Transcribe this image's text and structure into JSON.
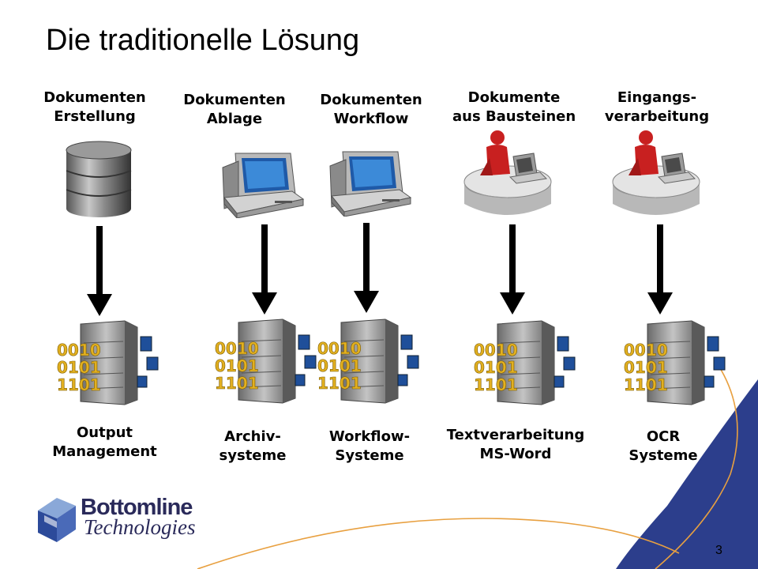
{
  "title": "Die traditionelle Lösung",
  "columns": [
    {
      "top_line1": "Dokumenten",
      "top_line2": "Erstellung",
      "top_icon": "database-icon",
      "bottom_line1": "Output",
      "bottom_line2": "Management"
    },
    {
      "top_line1": "Dokumenten",
      "top_line2": "Ablage",
      "top_icon": "computer-icon",
      "bottom_line1": "Archiv-",
      "bottom_line2": "systeme"
    },
    {
      "top_line1": "Dokumenten",
      "top_line2": "Workflow",
      "top_icon": "computer-icon",
      "bottom_line1": "Workflow-",
      "bottom_line2": "Systeme"
    },
    {
      "top_line1": "Dokumente",
      "top_line2": "aus Bausteinen",
      "top_icon": "workstation-user-icon",
      "bottom_line1": "Textverarbeitung",
      "bottom_line2": "MS-Word"
    },
    {
      "top_line1": "Eingangs-",
      "top_line2": "verarbeitung",
      "top_icon": "workstation-user-icon",
      "bottom_line1": "OCR",
      "bottom_line2": "Systeme"
    }
  ],
  "server_icon_text": [
    "0010",
    "0101",
    "1101"
  ],
  "logo": {
    "line1": "Bottomline",
    "line2": "Technologies"
  },
  "page_number": "3",
  "colors": {
    "corner_blue": "#2c3e8c",
    "arc_orange": "#e8a040",
    "accent_red": "#c81e1e",
    "monitor_blue": "#2a70c0"
  }
}
